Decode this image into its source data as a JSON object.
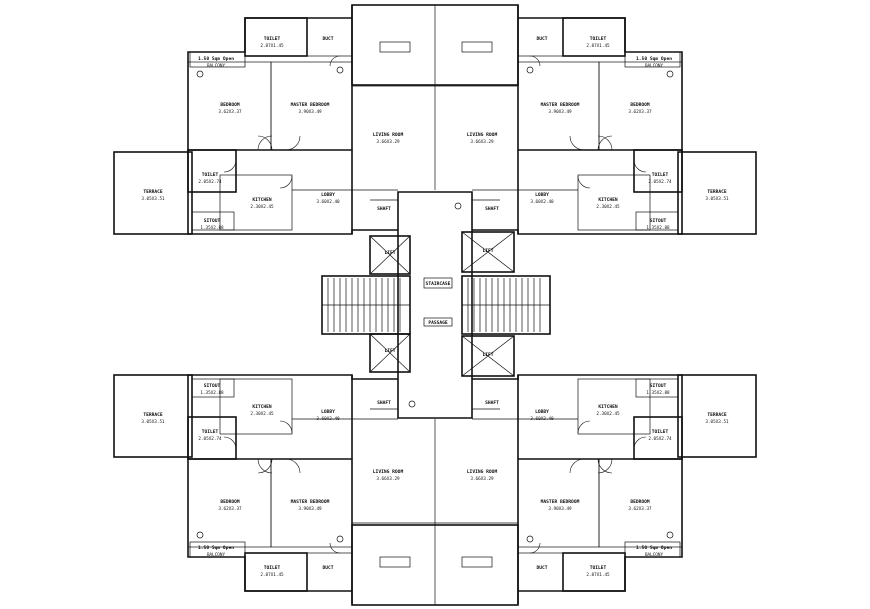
{
  "flat_top_left": {
    "toilet_top": {
      "name": "TOILET",
      "dim": "2.87X1.45"
    },
    "duct": {
      "name": "DUCT"
    },
    "bedroom": {
      "name": "BEDROOM",
      "dim": "3.62X3.37"
    },
    "master_bedroom": {
      "name": "MASTER BEDROOM",
      "dim": "3.90X3.49"
    },
    "balcony": {
      "name": "1.50 Sqm Open",
      "sub": "BALCONY"
    },
    "living": {
      "name": "LIVING ROOM",
      "dim": "3.66X3.29"
    },
    "terrace": {
      "name": "TERRACE",
      "dim": "3.05X3.51"
    },
    "toilet_side": {
      "name": "TOILET",
      "dim": "2.05X2.74"
    },
    "kitchen": {
      "name": "KITCHEN",
      "dim": "2.30X2.45"
    },
    "lobby": {
      "name": "LOBBY",
      "dim": "3.60X2.40"
    },
    "sitout": {
      "name": "SITOUT",
      "dim": "1.35X2.88"
    }
  },
  "flat_top_right": {
    "toilet_top": {
      "name": "TOILET",
      "dim": "2.87X1.45"
    },
    "duct": {
      "name": "DUCT"
    },
    "bedroom": {
      "name": "BEDROOM",
      "dim": "3.62X3.37"
    },
    "master_bedroom": {
      "name": "MASTER BEDROOM",
      "dim": "3.90X3.49"
    },
    "balcony": {
      "name": "1.50 Sqm Open",
      "sub": "BALCONY"
    },
    "living": {
      "name": "LIVING ROOM",
      "dim": "3.66X3.29"
    },
    "terrace": {
      "name": "TERRACE",
      "dim": "3.05X3.51"
    },
    "toilet_side": {
      "name": "TOILET",
      "dim": "2.05X2.74"
    },
    "kitchen": {
      "name": "KITCHEN",
      "dim": "2.30X2.45"
    },
    "lobby": {
      "name": "LOBBY",
      "dim": "3.60X2.40"
    },
    "sitout": {
      "name": "SITOUT",
      "dim": "1.35X2.88"
    }
  },
  "flat_bottom_left": {
    "toilet_top": {
      "name": "TOILET",
      "dim": "2.87X1.45"
    },
    "duct": {
      "name": "DUCT"
    },
    "bedroom": {
      "name": "BEDROOM",
      "dim": "3.62X3.37"
    },
    "master_bedroom": {
      "name": "MASTER BEDROOM",
      "dim": "3.90X3.49"
    },
    "balcony": {
      "name": "1.50 Sqm Open",
      "sub": "BALCONY"
    },
    "living": {
      "name": "LIVING ROOM",
      "dim": "3.66X3.29"
    },
    "terrace": {
      "name": "TERRACE",
      "dim": "3.05X3.51"
    },
    "toilet_side": {
      "name": "TOILET",
      "dim": "2.05X2.74"
    },
    "kitchen": {
      "name": "KITCHEN",
      "dim": "2.30X2.45"
    },
    "lobby": {
      "name": "LOBBY",
      "dim": "3.60X2.40"
    },
    "sitout": {
      "name": "SITOUT",
      "dim": "1.35X2.88"
    }
  },
  "flat_bottom_right": {
    "toilet_top": {
      "name": "TOILET",
      "dim": "2.87X1.45"
    },
    "duct": {
      "name": "DUCT"
    },
    "bedroom": {
      "name": "BEDROOM",
      "dim": "3.62X3.37"
    },
    "master_bedroom": {
      "name": "MASTER BEDROOM",
      "dim": "3.90X3.49"
    },
    "balcony": {
      "name": "1.50 Sqm Open",
      "sub": "BALCONY"
    },
    "living": {
      "name": "LIVING ROOM",
      "dim": "3.66X3.29"
    },
    "terrace": {
      "name": "TERRACE",
      "dim": "3.05X3.51"
    },
    "toilet_side": {
      "name": "TOILET",
      "dim": "2.05X2.74"
    },
    "kitchen": {
      "name": "KITCHEN",
      "dim": "2.30X2.45"
    },
    "lobby": {
      "name": "LOBBY",
      "dim": "3.60X2.40"
    },
    "sitout": {
      "name": "SITOUT",
      "dim": "1.35X2.88"
    }
  },
  "core": {
    "lift": "LIFT",
    "staircase": "STAIRCASE",
    "shaft": "SHAFT",
    "passage": "PASSAGE"
  }
}
